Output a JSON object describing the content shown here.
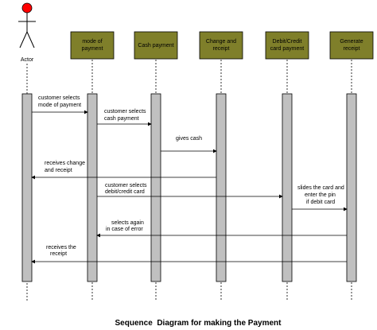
{
  "caption": "Sequence  Diagram for making the Payment",
  "colors": {
    "box_fill": "#7f7f2a",
    "activation_fill": "#c0c0c0",
    "actor_head": "#ff0000",
    "line": "#000000"
  },
  "actor": {
    "label": "Actor"
  },
  "participants": [
    {
      "id": "p1",
      "line1": "mode of",
      "line2": "payment"
    },
    {
      "id": "p2",
      "line1": "Cash payment",
      "line2": ""
    },
    {
      "id": "p3",
      "line1": "Change and",
      "line2": "receipt"
    },
    {
      "id": "p4",
      "line1": "Debit/Credit",
      "line2": "card payment"
    },
    {
      "id": "p5",
      "line1": "Generate",
      "line2": "receipt"
    }
  ],
  "messages": [
    {
      "from": "actor",
      "to": "p1",
      "line1": "customer selects",
      "line2": "mode of payment"
    },
    {
      "from": "p1",
      "to": "p2",
      "line1": "customer selects",
      "line2": "cash payment"
    },
    {
      "from": "p2",
      "to": "p3",
      "line1": "gives cash",
      "line2": ""
    },
    {
      "from": "p3",
      "to": "actor",
      "line1": "receives change",
      "line2": "and receipt"
    },
    {
      "from": "p1",
      "to": "p4",
      "line1": "customer selects",
      "line2": "debit/credit card"
    },
    {
      "from": "p4",
      "to": "p5",
      "line1": "slides the card and",
      "line2": "enter the pin",
      "line3": "if debit card"
    },
    {
      "from": "p5",
      "to": "p1",
      "line1": "selects again",
      "line2": "in case of error"
    },
    {
      "from": "p5",
      "to": "actor",
      "line1": "receives the",
      "line2": "receipt"
    }
  ]
}
